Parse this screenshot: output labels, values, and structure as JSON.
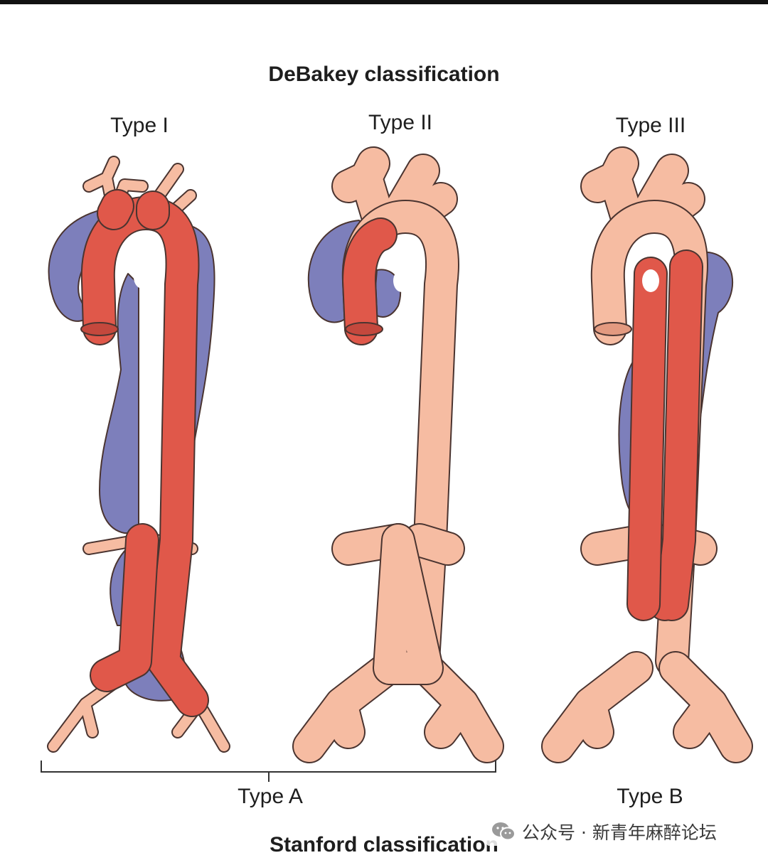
{
  "debakey": {
    "title": "DeBakey classification",
    "types": [
      "Type I",
      "Type II",
      "Type III"
    ]
  },
  "stanford": {
    "title": "Stanford classification",
    "types": [
      "Type A",
      "Type B"
    ]
  },
  "watermark": {
    "text": "公众号 · 新青年麻醉论坛",
    "icon": "wechat-icon"
  },
  "colors": {
    "dissected_aorta": "#e0584a",
    "normal_aorta": "#f6bca2",
    "false_lumen": "#7d7fbb",
    "outline": "#4a3430",
    "text": "#1e1e1e"
  }
}
